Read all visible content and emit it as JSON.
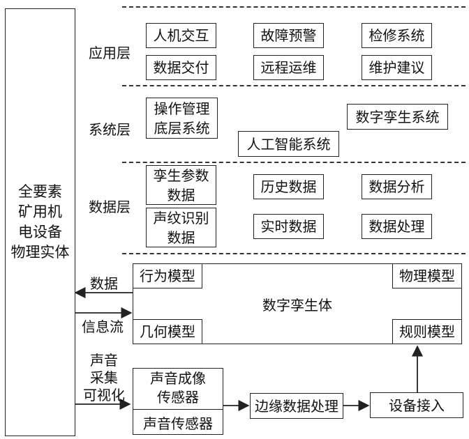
{
  "entity": {
    "lines": [
      "全要素",
      "矿用机",
      "电设备",
      "物理实体"
    ]
  },
  "layers": {
    "application": {
      "title": "应用层",
      "boxes": [
        "人机交互",
        "故障预警",
        "检修系统",
        "数据交付",
        "远程运维",
        "维护建议"
      ]
    },
    "system": {
      "title": "系统层",
      "boxes": [
        {
          "lines": [
            "操作管理",
            "底层系统"
          ]
        },
        {
          "lines": [
            "数字孪生系统"
          ]
        },
        {
          "lines": [
            "人工智能系统"
          ]
        }
      ]
    },
    "data": {
      "title": "数据层",
      "boxes": [
        {
          "lines": [
            "孪生参数",
            "数据"
          ]
        },
        {
          "lines": [
            "历史数据"
          ]
        },
        {
          "lines": [
            "数据分析"
          ]
        },
        {
          "lines": [
            "声纹识别",
            "数据"
          ]
        },
        {
          "lines": [
            "实时数据"
          ]
        },
        {
          "lines": [
            "数据处理"
          ]
        }
      ]
    }
  },
  "twin": {
    "title": "数字孪生体",
    "models": {
      "behavior": "行为模型",
      "physical": "物理模型",
      "geometry": "几何模型",
      "rule": "规则模型"
    }
  },
  "flows": {
    "data": "数据",
    "info": "信息流",
    "sound": {
      "lines": [
        "声音",
        "采集",
        "可视化"
      ]
    }
  },
  "sensors": {
    "imaging": {
      "lines": [
        "声音成像",
        "传感器"
      ]
    },
    "sound": "声音传感器"
  },
  "edge": "边缘数据处理",
  "access": "设备接入"
}
